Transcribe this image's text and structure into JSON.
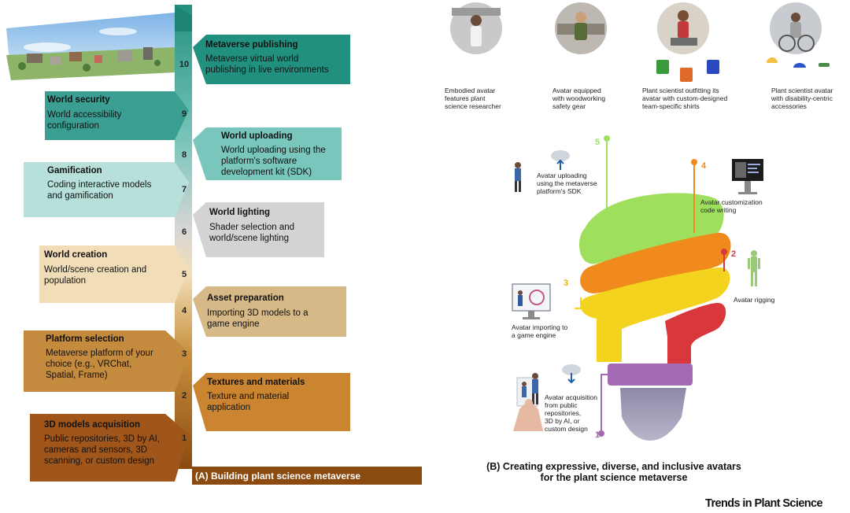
{
  "left_panel": {
    "caption": "(A) Building plant science metaverse",
    "steps": [
      {
        "n": "10",
        "title": "Metaverse publishing",
        "body": "Metaverse virtual world\npublishing in live environments",
        "color": "#22907f"
      },
      {
        "n": "9",
        "title": "World security",
        "body": "World accessibility\nconfiguration",
        "color": "#3a9f92"
      },
      {
        "n": "8",
        "title": "World uploading",
        "body": "World uploading using the\nplatform's software\ndevelopment kit (SDK)",
        "color": "#79c6bd"
      },
      {
        "n": "7",
        "title": "Gamification",
        "body": "Coding interactive models\nand gamification",
        "color": "#b7e0da"
      },
      {
        "n": "6",
        "title": "World lighting",
        "body": "Shader selection and\nworld/scene lighting",
        "color": "#d3d3d3"
      },
      {
        "n": "5",
        "title": "World creation",
        "body": "World/scene creation and\npopulation",
        "color": "#f1deb8"
      },
      {
        "n": "4",
        "title": "Asset preparation",
        "body": "Importing 3D models to a\ngame engine",
        "color": "#d7b887"
      },
      {
        "n": "3",
        "title": "Platform selection",
        "body": "Metaverse platform of your\nchoice (e.g., VRChat,\nSpatial, Frame)",
        "color": "#c48a3e"
      },
      {
        "n": "2",
        "title": "Textures and materials",
        "body": "Texture and material\napplication",
        "color": "#cb8530"
      },
      {
        "n": "1",
        "title": "3D models acquisition",
        "body": "Public repositories, 3D by AI,\ncameras and sensors, 3D\nscanning, or custom design",
        "color": "#a0561a"
      }
    ]
  },
  "right_panel": {
    "caption_line1": "(B) Creating expressive, diverse, and inclusive avatars",
    "caption_line2": "for the plant science metaverse",
    "avatars": [
      {
        "label": "Embodied avatar\nfeatures plant\nscience researcher"
      },
      {
        "label": "Avatar equipped\nwith woodworking\nsafety gear"
      },
      {
        "label": "Plant scientist outfitting its\navatar with custom-designed\nteam-specific shirts"
      },
      {
        "label": "Plant scientist avatar\nwith disability-centric\naccessories"
      }
    ],
    "bulb_steps": [
      {
        "n": "5",
        "label": "Avatar uploading\nusing the metaverse\nplatform's SDK",
        "color": "#9ee05e"
      },
      {
        "n": "4",
        "label": "Avatar customization\ncode writing",
        "color": "#f08a1c"
      },
      {
        "n": "3",
        "label": "Avatar importing to\na game engine",
        "color": "#f4d31e"
      },
      {
        "n": "2",
        "label": "Avatar rigging",
        "color": "#d8373b"
      },
      {
        "n": "1",
        "label": "Avatar acquisition\nfrom public\nrepositories,\n3D by AI, or\ncustom design",
        "color": "#a46bb4"
      }
    ]
  },
  "brand": "Trends in Plant Science",
  "colors": {
    "stem_top": "#22907f",
    "stem_bottom": "#8a4a10",
    "caption_bar": "#8a4a10",
    "bulb_base": "#9a97b3"
  }
}
